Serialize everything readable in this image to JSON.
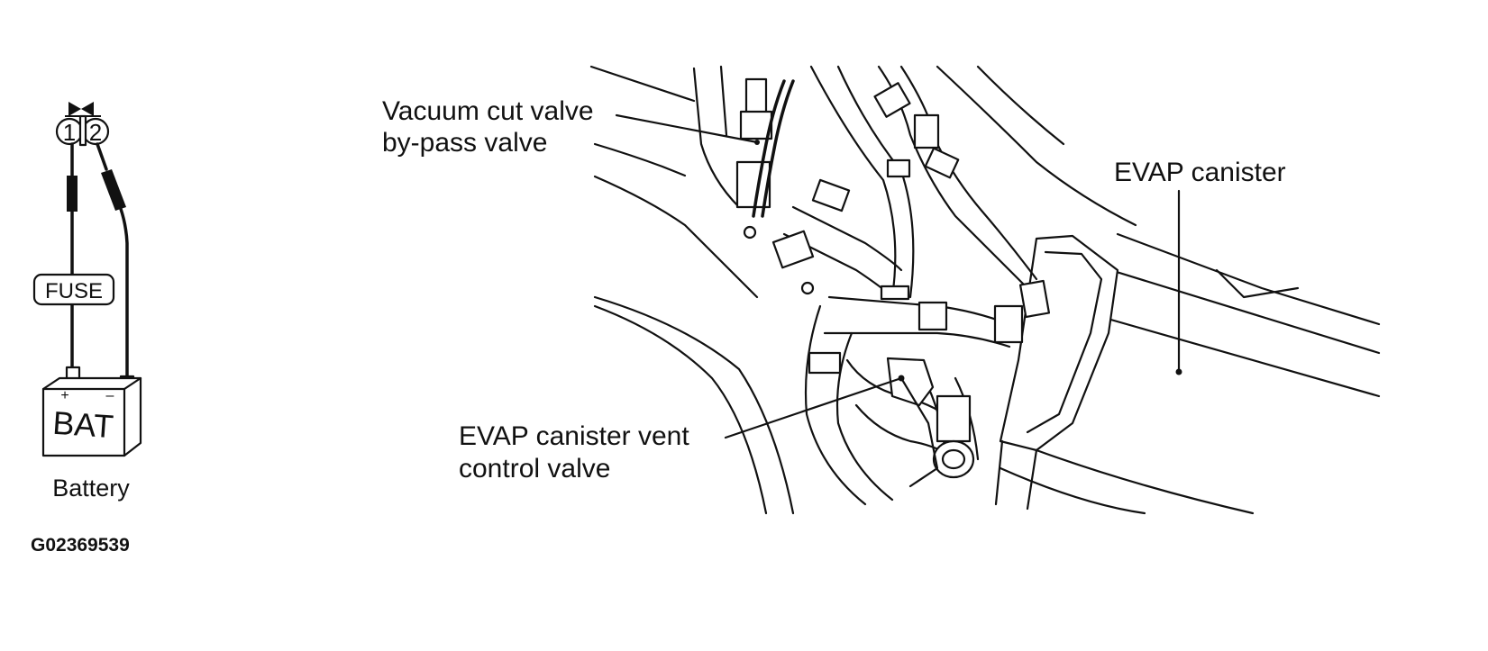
{
  "diagram": {
    "connector_pins": [
      "1",
      "2"
    ],
    "fuse_label": "FUSE",
    "battery_label": "BAT",
    "battery_caption": "Battery",
    "figure_id": "G02369539",
    "callouts": {
      "vacuum_cut_valve": [
        "Vacuum cut valve",
        "by-pass valve"
      ],
      "evap_canister": "EVAP canister",
      "vent_control_valve": [
        "EVAP  canister vent",
        "control valve"
      ]
    }
  }
}
